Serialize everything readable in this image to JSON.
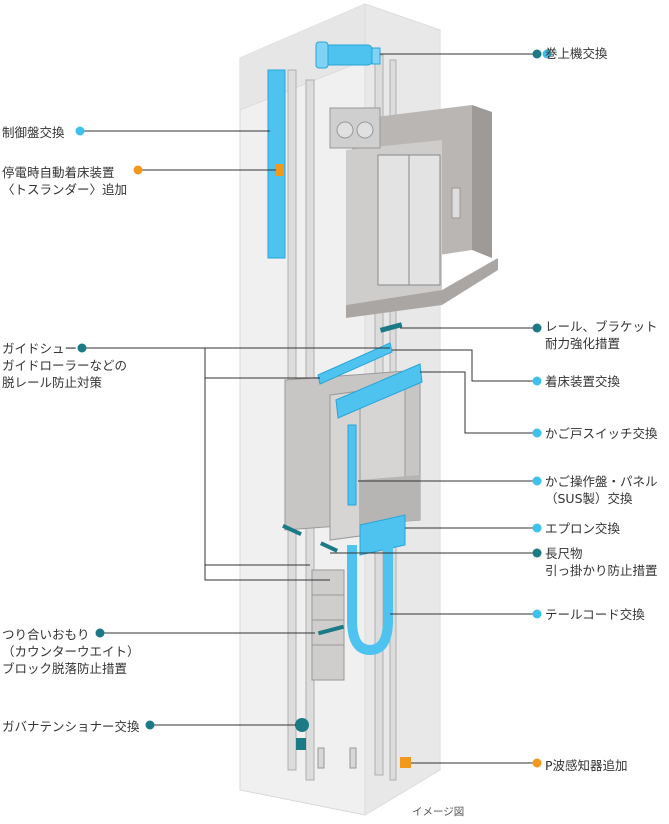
{
  "colors": {
    "teal": "#1b7a86",
    "sky": "#3ec1ea",
    "orange": "#f2991c",
    "line": "#333333",
    "shaft": "#e9e9e9",
    "steel": "#bdbdbd",
    "highlight": "#4fc3f0"
  },
  "labels": {
    "hoist": "巻上機交換",
    "control_panel": "制御盤交換",
    "landing_device": "停電時自動着床装置\n〈トスランダー〉追加",
    "rail_bracket": "レール、ブラケット\n耐力強化措置",
    "guide_shoe": "ガイドシュー\nガイドローラーなどの\n脱レール防止対策",
    "landing_switch": "着床装置交換",
    "door_switch": "かご戸スイッチ交換",
    "car_panel": "かご操作盤・パネル\n（SUS製）交換",
    "apron": "エプロン交換",
    "long_object": "長尺物\n引っ掛かり防止措置",
    "counterweight": "つり合いおもり\n（カウンターウエイト）\nブロック脱落防止措置",
    "tail_cord": "テールコード交換",
    "governor": "ガバナテンショナー交換",
    "p_wave": "P波感知器追加"
  },
  "caption": "イメージ図"
}
